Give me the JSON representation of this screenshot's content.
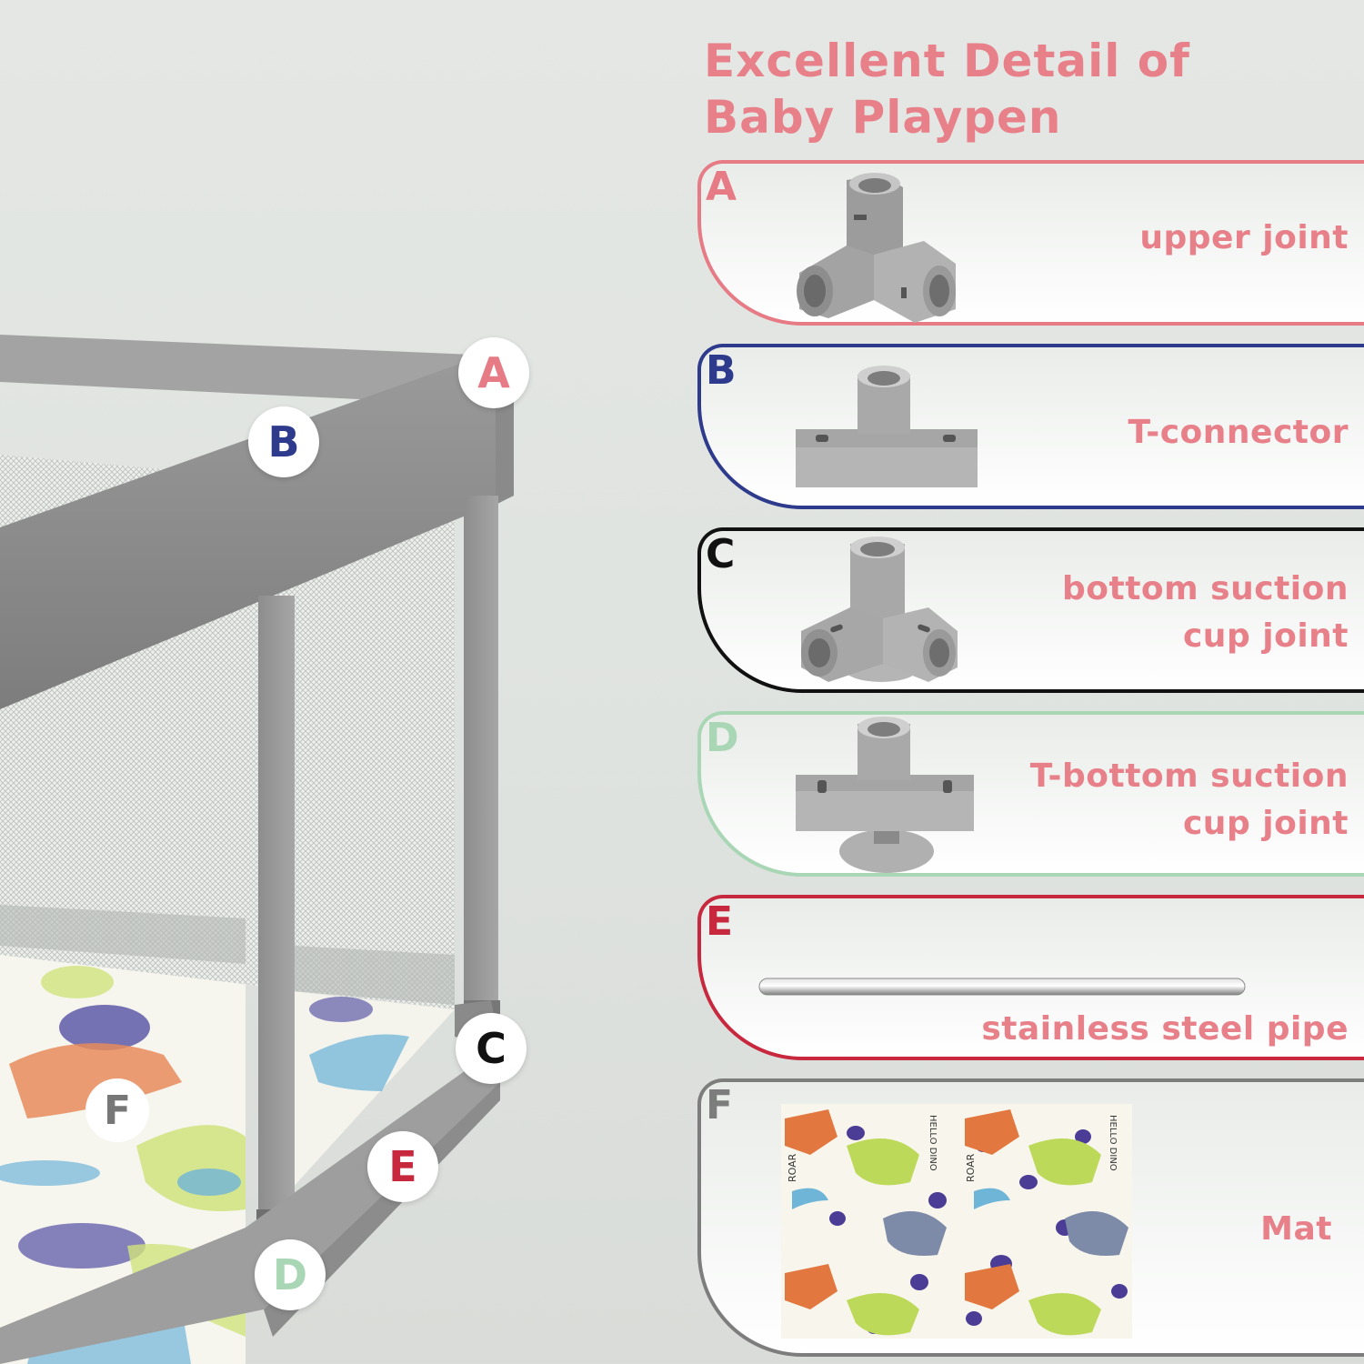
{
  "title": {
    "line1": "Excellent Detail of",
    "line2": "Baby Playpen"
  },
  "parts": [
    {
      "letter": "A",
      "label": "upper joint",
      "color": "#e67b86",
      "icon": "upper-joint-icon"
    },
    {
      "letter": "B",
      "label": "T-connector",
      "color": "#2e3b8c",
      "icon": "t-connector-icon"
    },
    {
      "letter": "C",
      "label": "bottom suction\ncup joint",
      "color": "#111111",
      "icon": "bottom-suction-cup-joint-icon"
    },
    {
      "letter": "D",
      "label": "T-bottom suction\ncup joint",
      "color": "#a9d6b5",
      "icon": "t-bottom-suction-cup-joint-icon"
    },
    {
      "letter": "E",
      "label": "stainless steel pipe",
      "color": "#c8283d",
      "icon": "steel-pipe-icon"
    },
    {
      "letter": "F",
      "label": "Mat",
      "color": "#7d7d7d",
      "icon": "mat-icon"
    }
  ],
  "mat_print": {
    "roar": "ROAR",
    "hello_dino": "HELLO DINO"
  },
  "photo_badges": [
    {
      "letter": "A",
      "color": "#e67b86"
    },
    {
      "letter": "B",
      "color": "#2e3b8c"
    },
    {
      "letter": "C",
      "color": "#111111"
    },
    {
      "letter": "D",
      "color": "#a9d6b5"
    },
    {
      "letter": "E",
      "color": "#c8283d"
    },
    {
      "letter": "F",
      "color": "#7d7d7d"
    }
  ]
}
